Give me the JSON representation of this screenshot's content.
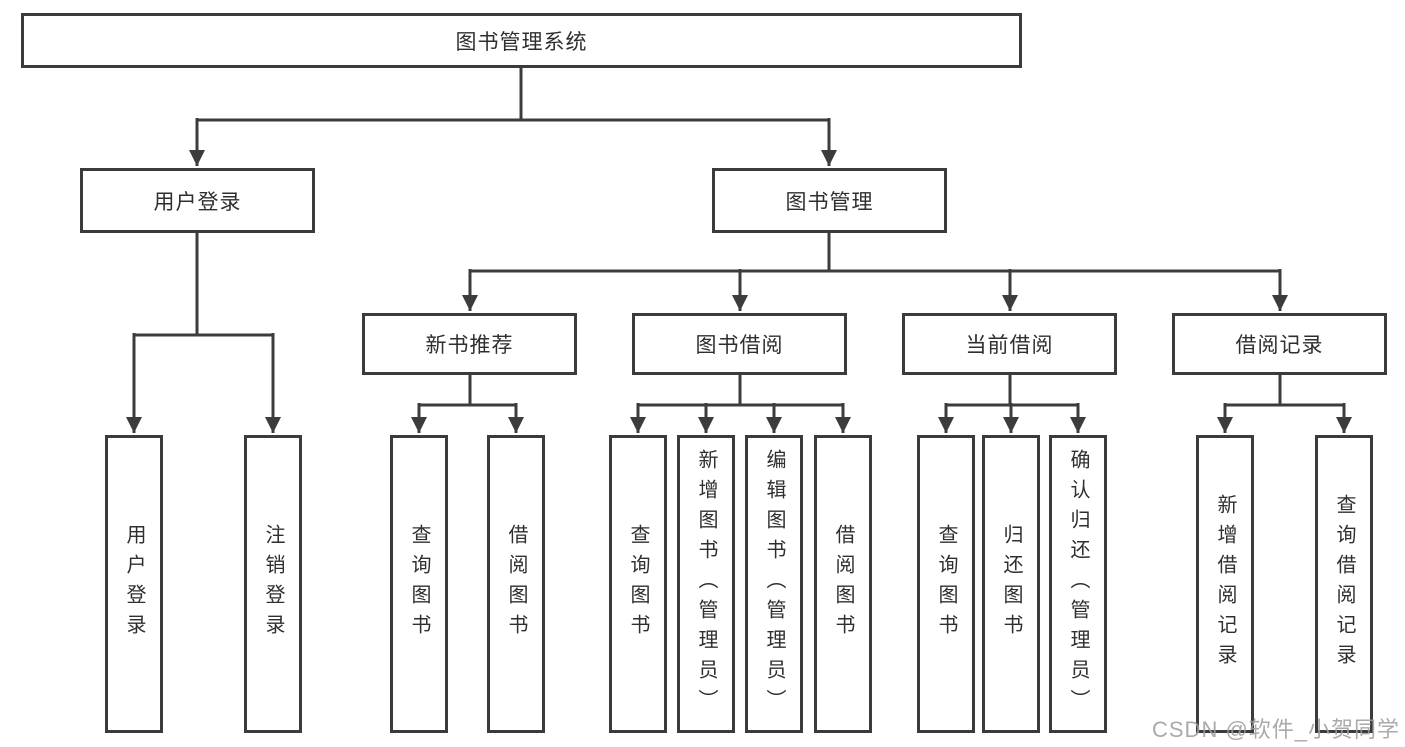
{
  "diagram": {
    "root": {
      "label": "图书管理系统"
    },
    "level2": [
      {
        "label": "用户登录"
      },
      {
        "label": "图书管理"
      }
    ],
    "level3": [
      {
        "label": "新书推荐"
      },
      {
        "label": "图书借阅"
      },
      {
        "label": "当前借阅"
      },
      {
        "label": "借阅记录"
      }
    ],
    "leaves": {
      "user_login": [
        "用户登录",
        "注销登录"
      ],
      "new_book_recommend": [
        "查询图书",
        "借阅图书"
      ],
      "book_borrowing": [
        "查询图书",
        "新增图书（管理员）",
        "编辑图书（管理员）",
        "借阅图书"
      ],
      "current_borrowing": [
        "查询图书",
        "归还图书",
        "确认归还（管理员）"
      ],
      "borrowing_records": [
        "新增借阅记录",
        "查询借阅记录"
      ]
    }
  },
  "watermark": "CSDN @软件_小贺同学",
  "colors": {
    "line": "#3c3c3c",
    "border": "#3b3b3b",
    "text": "#2f2f2f",
    "watermark": "#9e9e9e",
    "background": "#ffffff"
  }
}
